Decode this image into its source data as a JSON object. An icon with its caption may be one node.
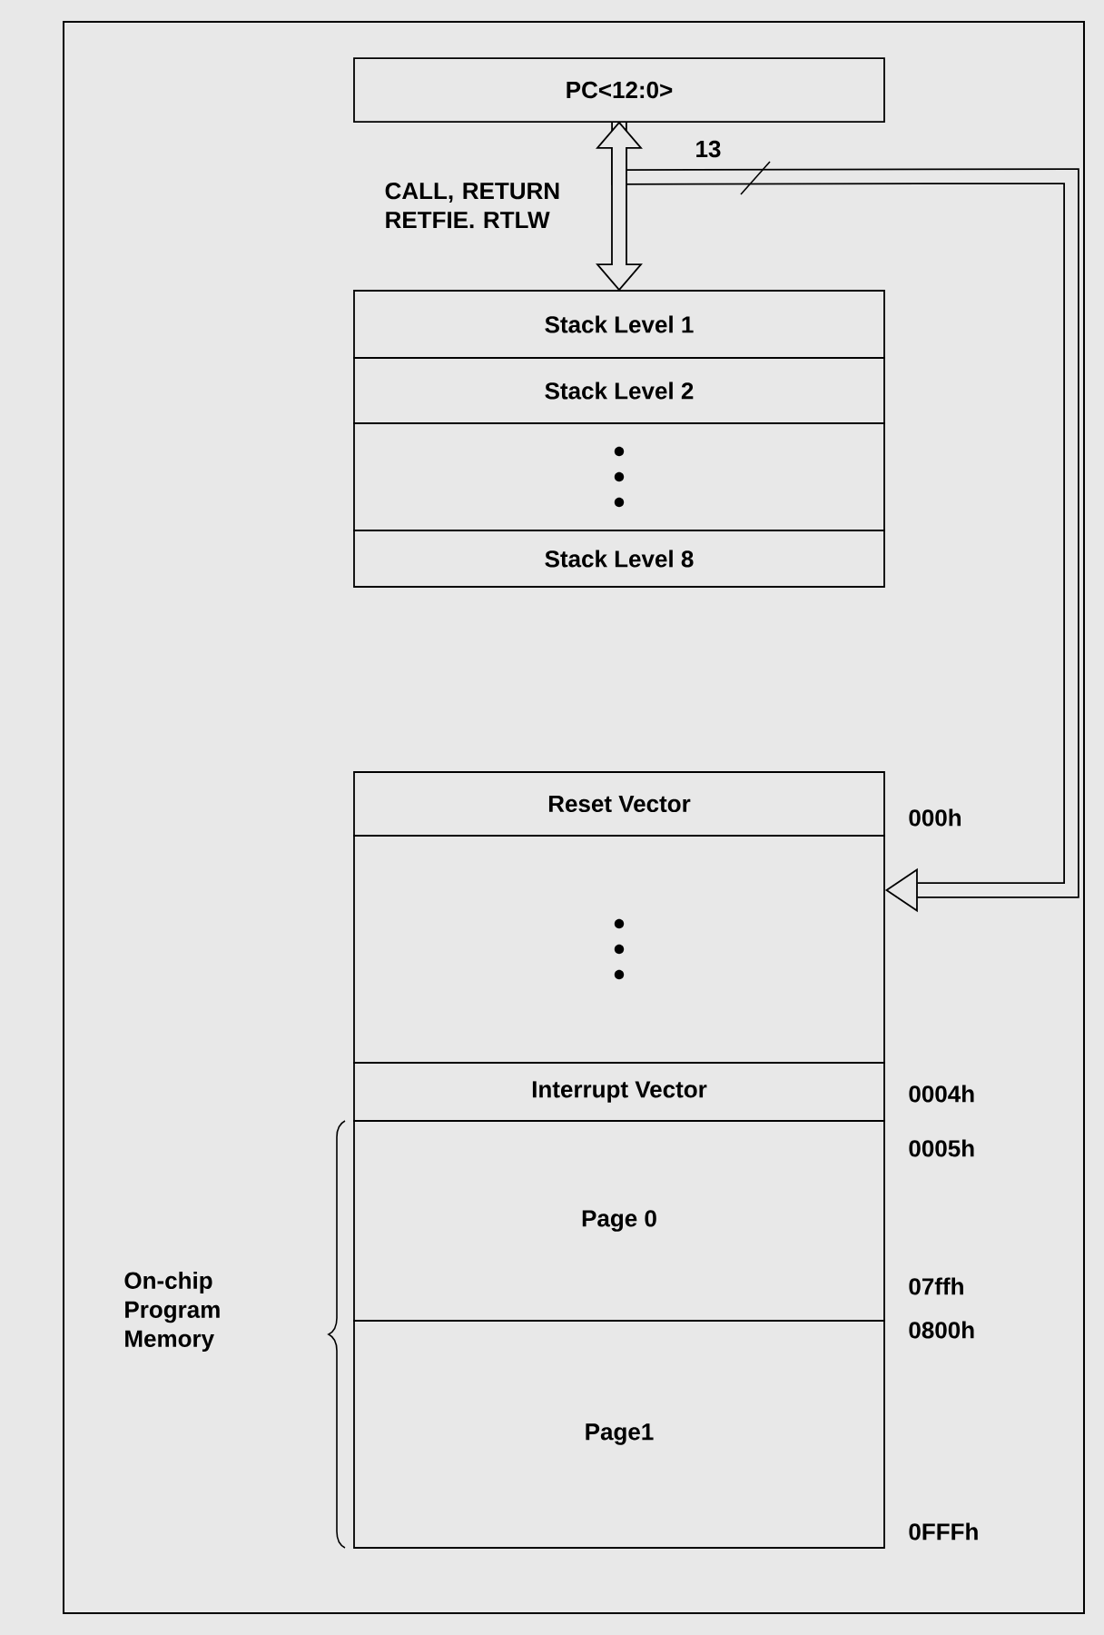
{
  "diagram": {
    "nodes": [
      {
        "text": [
          "PC<12:0>"
        ]
      },
      {
        "text": [
          "Stack Level 1"
        ]
      },
      {
        "text": [
          "Stack Level 2"
        ]
      },
      {
        "text": [],
        "shape": "box"
      },
      {
        "text": [
          "Stack Level 8"
        ]
      },
      {
        "text": [
          "Reset Vector"
        ],
        "beside": [
          "000h"
        ]
      },
      {
        "text": [],
        "shape": "box"
      },
      {
        "text": [
          "Interrupt Vector"
        ],
        "beside": [
          "0004h"
        ]
      },
      {
        "text": [
          "Page 0"
        ],
        "beside": [
          "0005h",
          "07ffh"
        ]
      },
      {
        "text": [
          "Page1"
        ],
        "beside": [
          "0800h",
          "0FFFh"
        ]
      }
    ],
    "edges": [
      {
        "from": 0,
        "to": 1,
        "arrow": "both",
        "label": "CALL, RETURN RETFIE. RTLW"
      },
      {
        "from": 0,
        "to": 6,
        "arrow": "to",
        "label": "13"
      }
    ],
    "labels": [
      "On-chip Program Memory"
    ]
  }
}
